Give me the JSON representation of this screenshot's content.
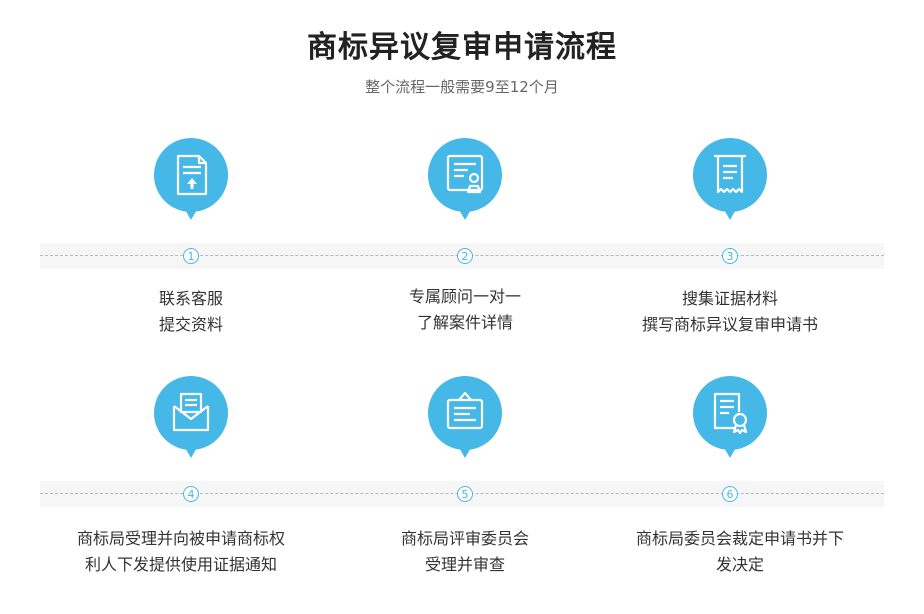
{
  "header": {
    "title": "商标异议复审申请流程",
    "subtitle": "整个流程一般需要9至12个月"
  },
  "steps": [
    {
      "number": "1",
      "icon": "upload-document-icon",
      "line1": "联系客服",
      "line2": "提交资料"
    },
    {
      "number": "2",
      "icon": "certificate-stamp-icon",
      "line1": "专属顾问一对一",
      "line2": "了解案件详情"
    },
    {
      "number": "3",
      "icon": "receipt-icon",
      "line1": "搜集证据材料",
      "line2": "撰写商标异议复审申请书"
    },
    {
      "number": "4",
      "icon": "mail-envelope-icon",
      "line1": "商标局受理并向被申请商标权",
      "line2": "利人下发提供使用证据通知"
    },
    {
      "number": "5",
      "icon": "notice-board-icon",
      "line1": "商标局评审委员会",
      "line2": "受理并审查"
    },
    {
      "number": "6",
      "icon": "award-document-icon",
      "line1": "商标局委员会裁定申请书并下",
      "line2": "发决定"
    }
  ],
  "colors": {
    "accent": "#45b8e8",
    "text": "#333333",
    "band": "#f6f6f6"
  }
}
